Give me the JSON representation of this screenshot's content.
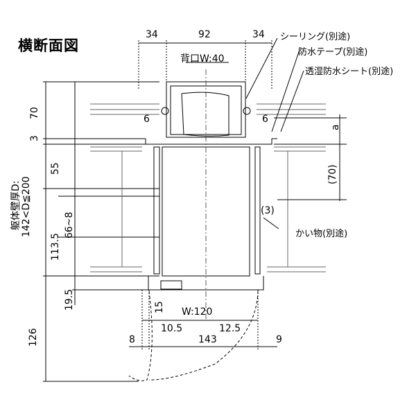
{
  "title": "横断面図",
  "dims_top": {
    "left": "34",
    "center": "92",
    "right": "34",
    "opening": "背口W:40"
  },
  "callouts": {
    "sealing": "シーリング(別途)",
    "tape": "防水テープ(別途)",
    "sheet": "透湿防水シート(別途)",
    "shim": "かい物(別途)"
  },
  "dims_left": {
    "d70": "70",
    "d3": "3",
    "d55": "55",
    "d113": "113.5",
    "d19": "19.5",
    "d126": "126",
    "d66": "66~8",
    "wall_a": "躯体壁厚D:",
    "wall_b": "142<D≦200"
  },
  "dims_right": {
    "a": "a",
    "d70p": "(70)",
    "d3p": "(3)"
  },
  "dims_mid": {
    "six_l": "6",
    "six_r": "6",
    "fifteen": "15"
  },
  "dims_bottom": {
    "w120": "W:120",
    "d10": "10.5",
    "d12": "12.5",
    "d143": "143",
    "d8": "8",
    "d9": "9"
  },
  "colors": {
    "line": "#000000",
    "wall_line": "#666666",
    "dash": "#333333"
  }
}
